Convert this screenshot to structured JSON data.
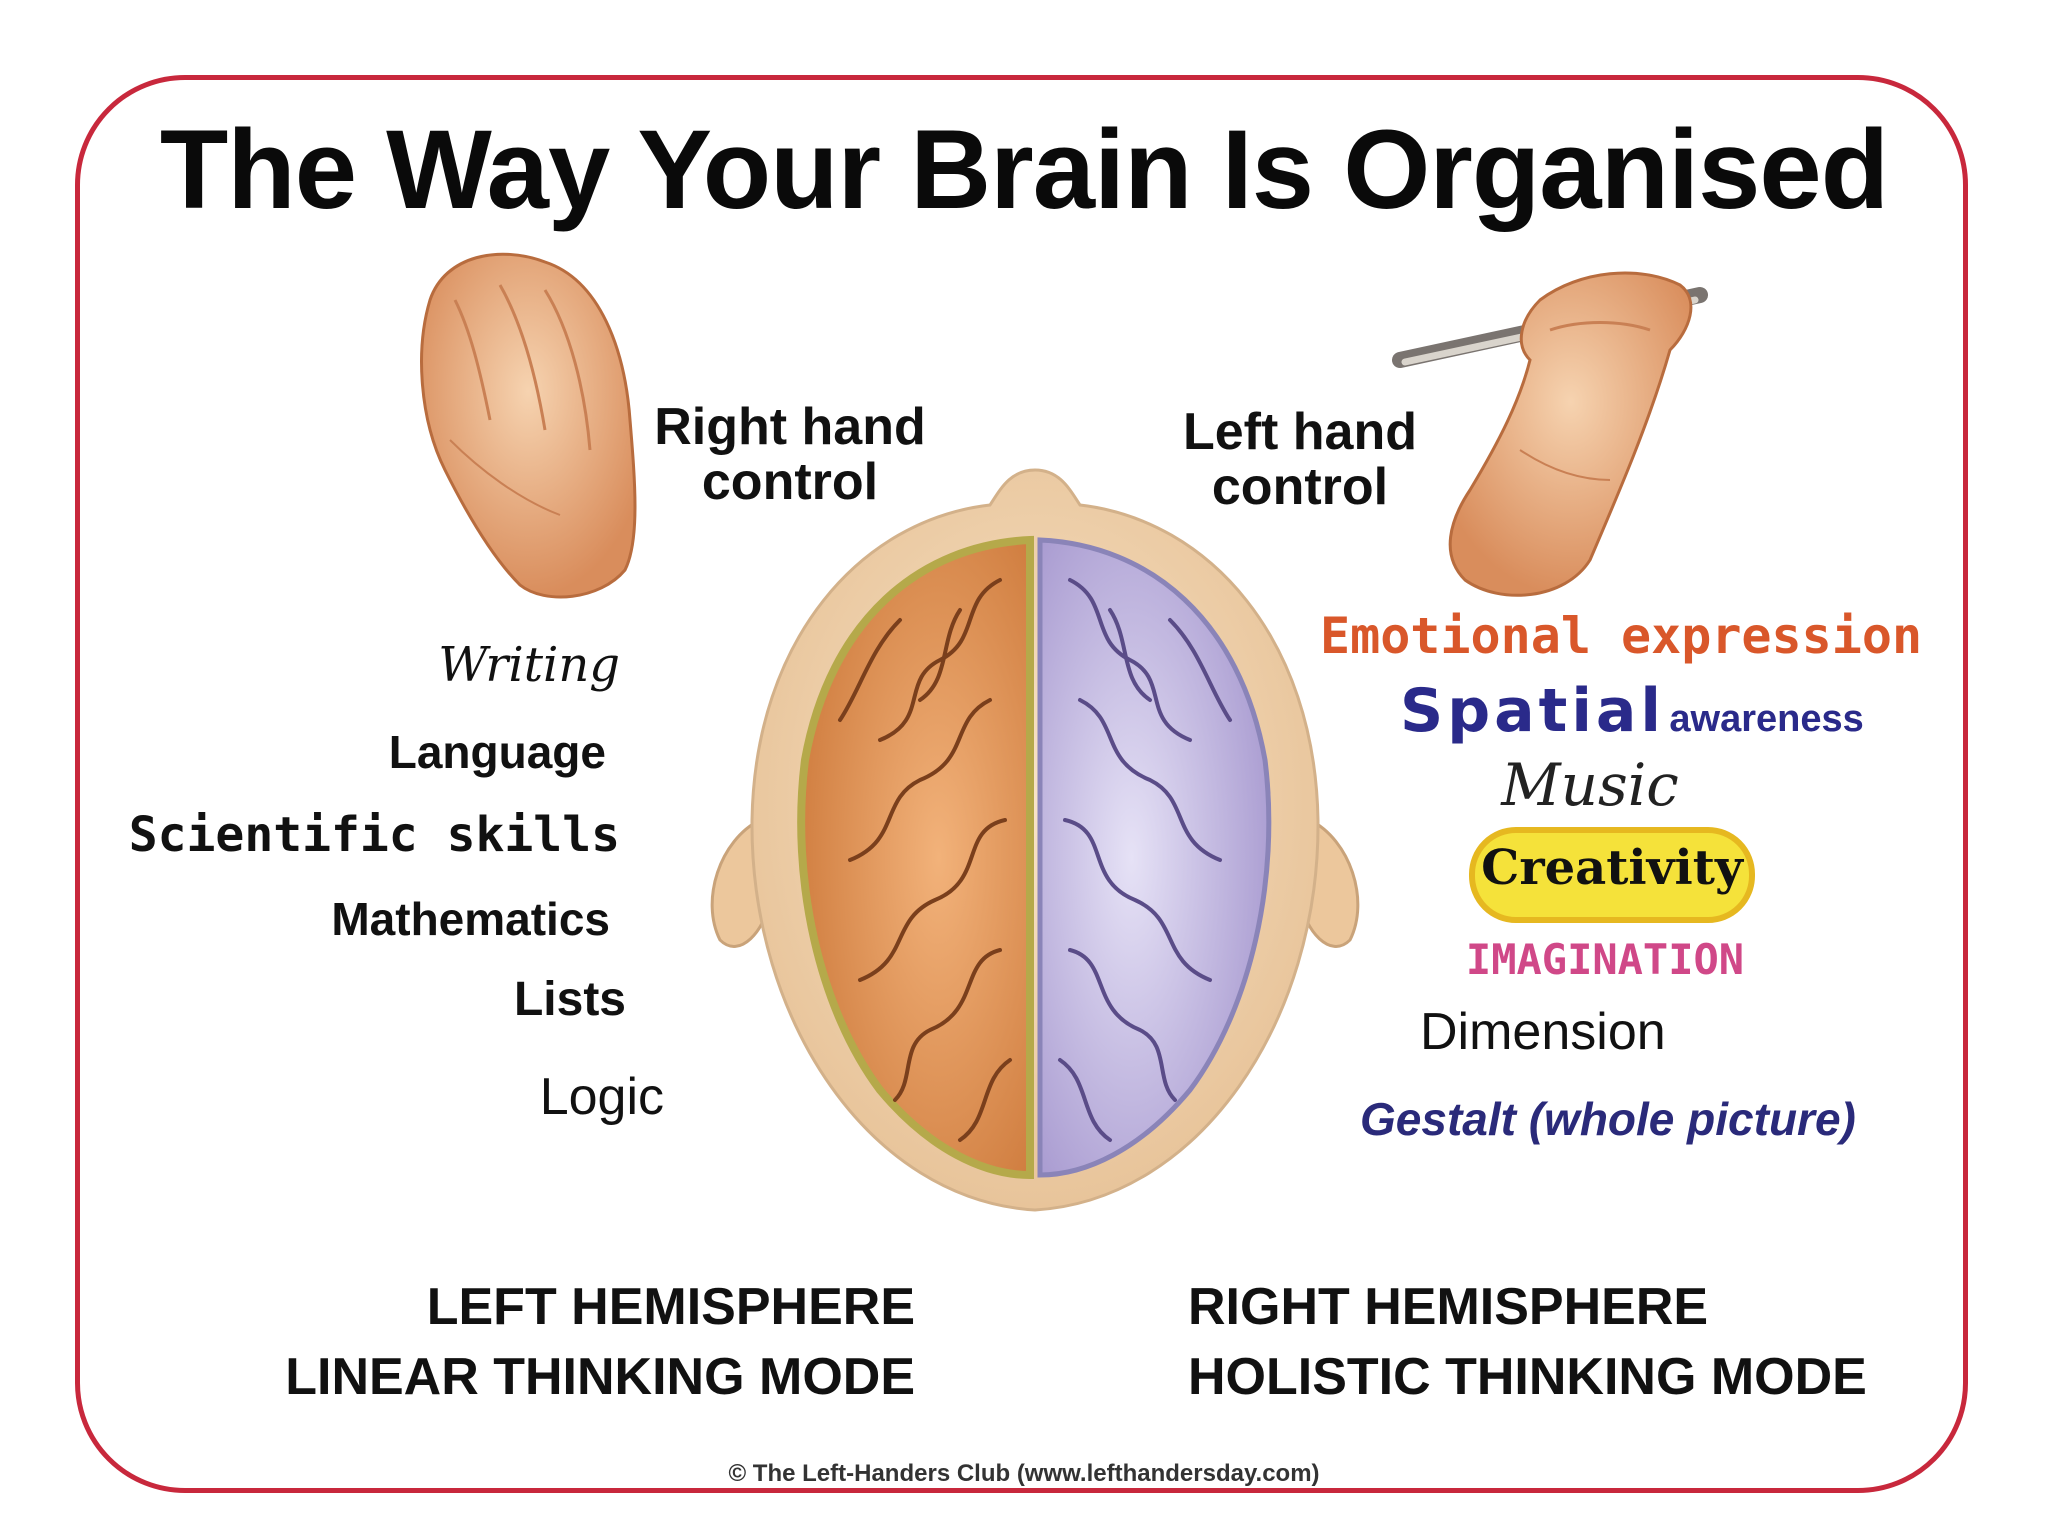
{
  "title": "The Way Your Brain Is Organised",
  "hand_labels": {
    "right": [
      "Right hand",
      "control"
    ],
    "left": [
      "Left hand",
      "control"
    ]
  },
  "left_traits": [
    "Writing",
    "Language",
    "Scientific skills",
    "Mathematics",
    "Lists",
    "Logic"
  ],
  "right_traits": {
    "emotional": "Emotional expression",
    "spatial": "Spatial",
    "spatial_suffix": "awareness",
    "music": "Music",
    "creativity": "Creativity",
    "imagination": "IMAGINATION",
    "dimension": "Dimension",
    "gestalt": "Gestalt (whole picture)"
  },
  "hemispheres": {
    "left": [
      "LEFT HEMISPHERE",
      "LINEAR THINKING MODE"
    ],
    "right": [
      "RIGHT HEMISPHERE",
      "HOLISTIC THINKING MODE"
    ]
  },
  "copyright": "© The Left-Handers Club (www.lefthandersday.com)",
  "colors": {
    "frame": "#c8283c",
    "left_brain": "#e0955a",
    "right_brain": "#c8c0e8",
    "emotional": "#d9572a",
    "spatial": "#2a2a8a",
    "imagination": "#d04888",
    "gestalt": "#2a2a7a",
    "creativity_glow": "#f5e23a"
  }
}
